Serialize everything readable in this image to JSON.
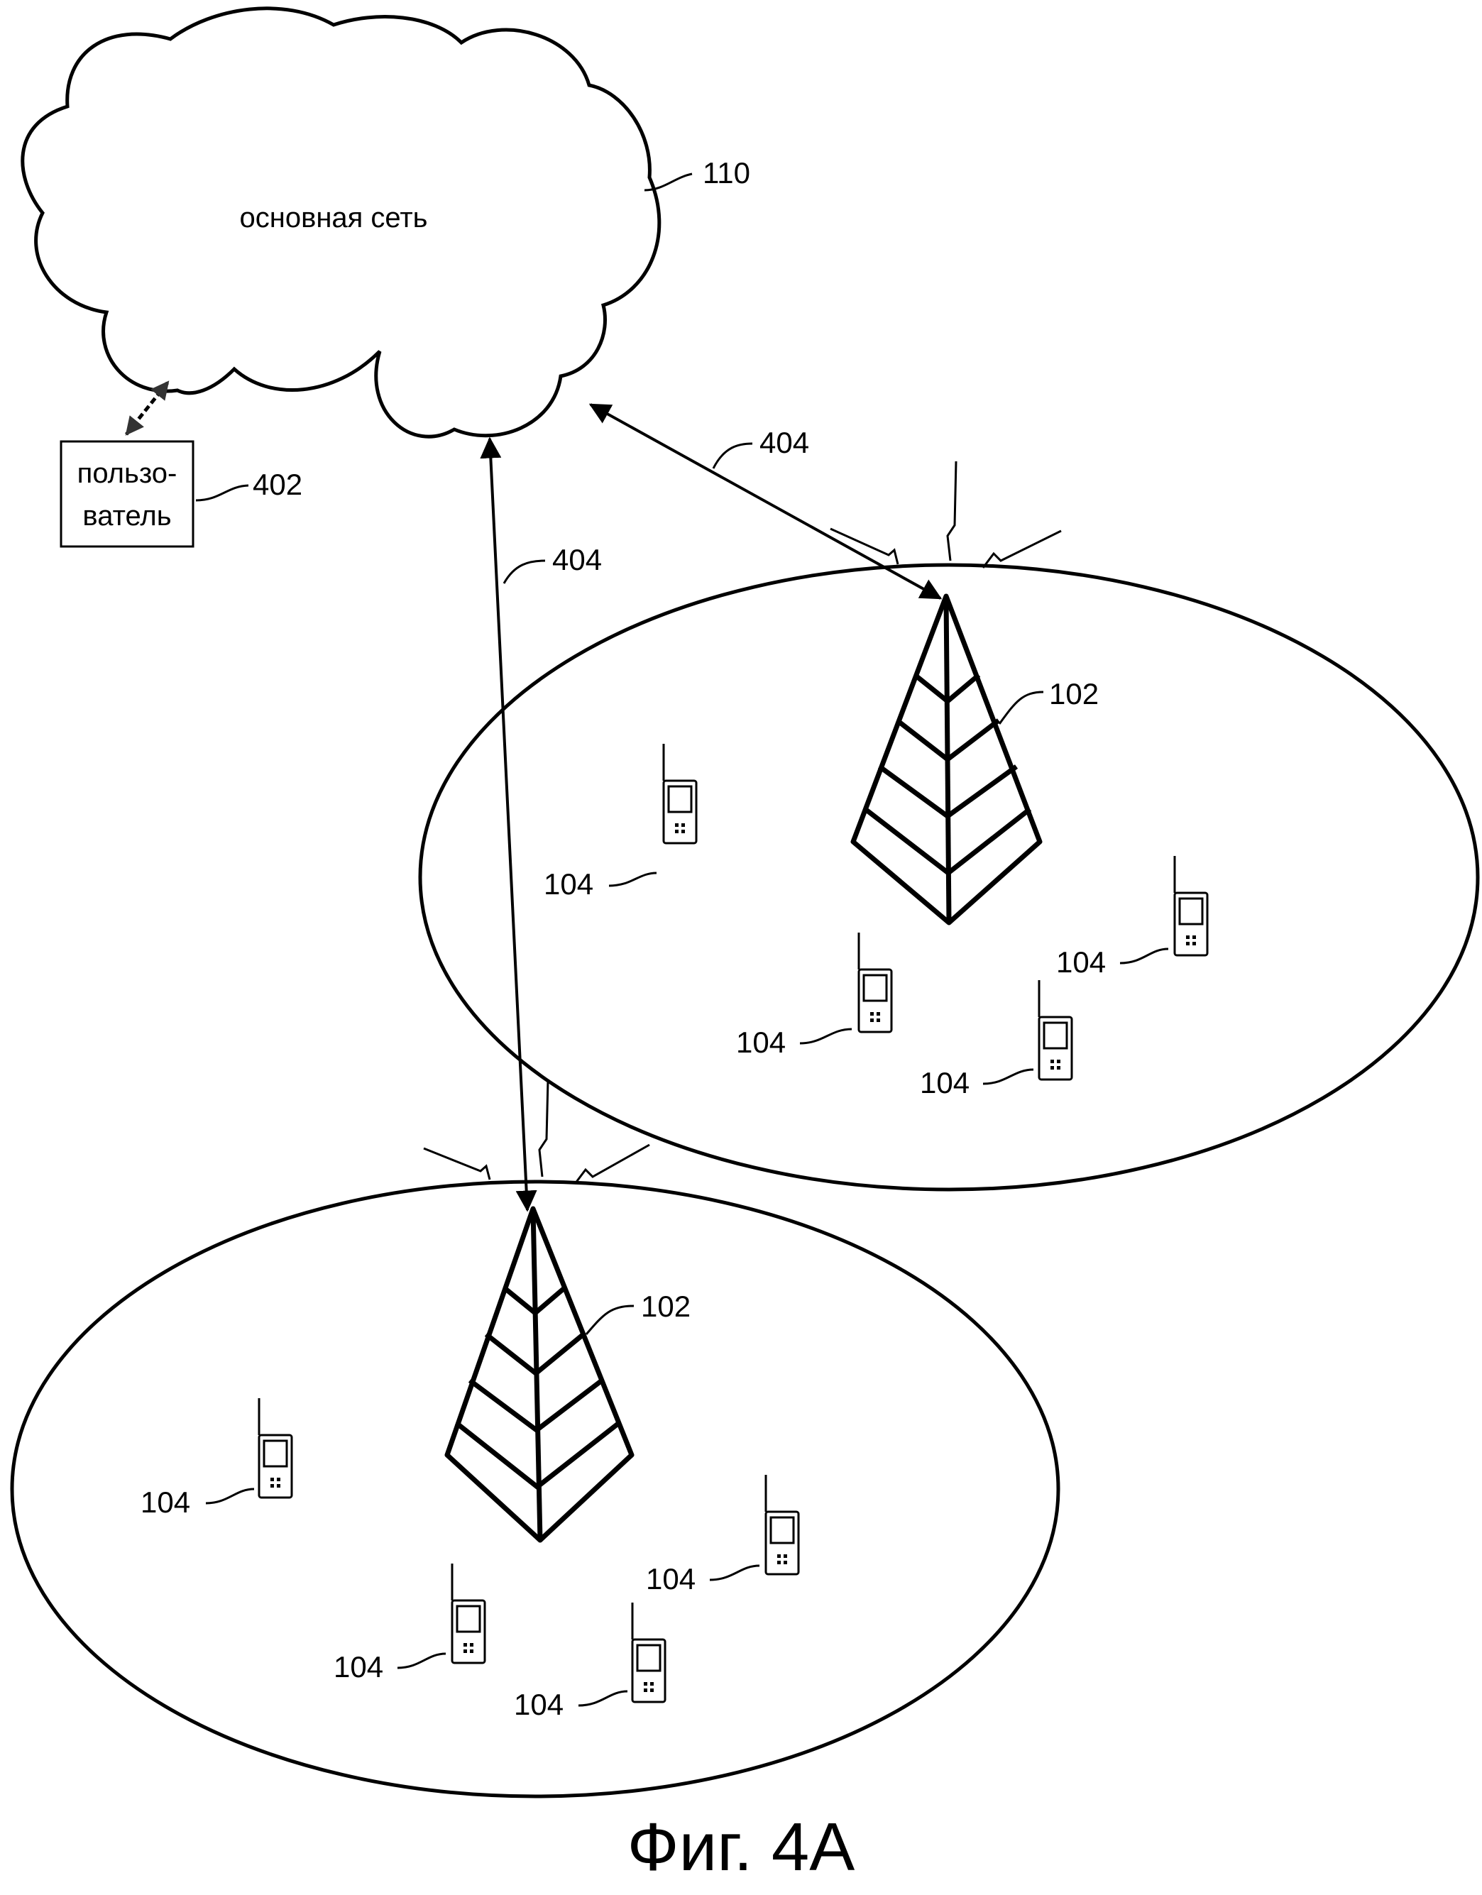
{
  "diagram": {
    "cloud": {
      "label": "основная сеть",
      "ref": "110"
    },
    "user_box": {
      "label_line1": "пользо-",
      "label_line2": "ватель",
      "ref": "402"
    },
    "backhaul_links": [
      {
        "ref": "404"
      },
      {
        "ref": "404"
      }
    ],
    "cells": [
      {
        "base_station_ref": "102",
        "terminals": [
          {
            "ref": "104"
          },
          {
            "ref": "104"
          },
          {
            "ref": "104"
          },
          {
            "ref": "104"
          }
        ]
      },
      {
        "base_station_ref": "102",
        "terminals": [
          {
            "ref": "104"
          },
          {
            "ref": "104"
          },
          {
            "ref": "104"
          },
          {
            "ref": "104"
          }
        ]
      }
    ],
    "caption": "Фиг. 4А",
    "stroke_color": "#000000",
    "background_color": "#ffffff"
  }
}
